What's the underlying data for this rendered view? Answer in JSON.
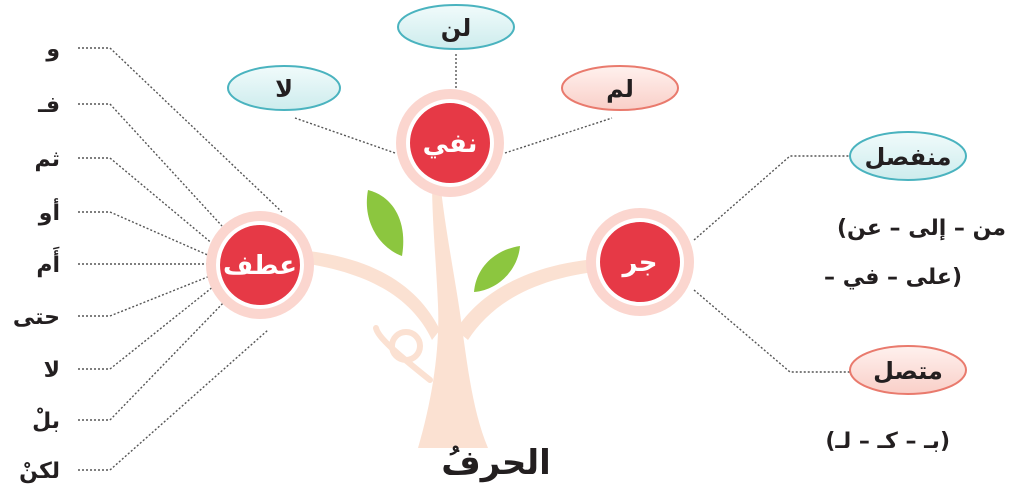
{
  "root": {
    "label": "الحرفُ"
  },
  "branches": {
    "negation": {
      "label": "نفي",
      "items": [
        "لا",
        "لن",
        "لم"
      ]
    },
    "conjunction": {
      "label": "عطف",
      "items": [
        "و",
        "فـ",
        "ثم",
        "أو",
        "أَم",
        "حتى",
        "لا",
        "بلْ",
        "لكنْ"
      ]
    },
    "preposition": {
      "label": "جر",
      "types": [
        {
          "label": "منفصل",
          "examples": [
            "(من – إلى – عن",
            "– على – في)"
          ]
        },
        {
          "label": "متصل",
          "examples": [
            "(بـ – كـ – لـ)"
          ]
        }
      ]
    }
  },
  "colors": {
    "node_fill": "#e63946",
    "node_ring": "#fbd6cf",
    "tree_trunk": "#fbe1d2",
    "leaf": "#8cc63f",
    "pill_teal_fill": "#dff2f2",
    "pill_teal_border": "#4ab3bf",
    "pill_pink_fill": "#fde2de",
    "pill_pink_border": "#e97a6d",
    "text": "#231f20",
    "connector": "#555555"
  }
}
